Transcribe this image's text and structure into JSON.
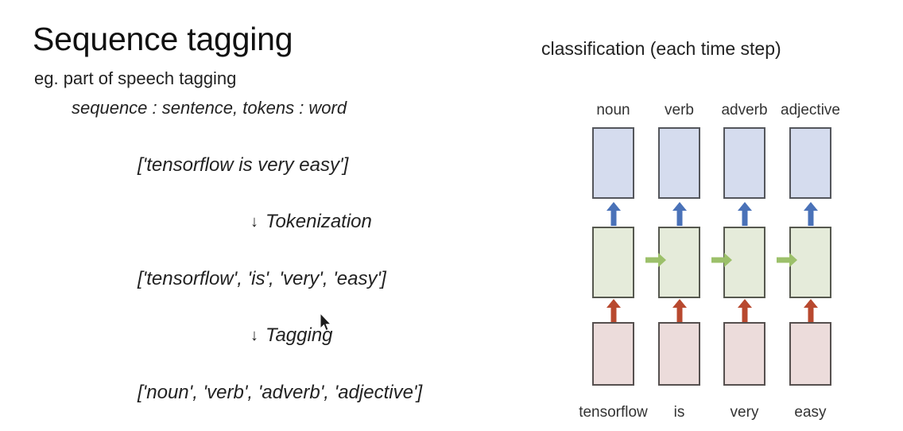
{
  "slide": {
    "title": "Sequence tagging",
    "subtitle": "eg. part of speech tagging",
    "definition": "sequence : sentence, tokens : word"
  },
  "pipeline": {
    "arrow_glyph": "↓",
    "steps": [
      {
        "kind": "list",
        "text": "['tensorflow is very easy']"
      },
      {
        "kind": "step",
        "text": "Tokenization"
      },
      {
        "kind": "list",
        "text": "['tensorflow', 'is', 'very', 'easy']"
      },
      {
        "kind": "step",
        "text": "Tagging"
      },
      {
        "kind": "list",
        "text": "['noun', 'verb', 'adverb', 'adjective']"
      }
    ]
  },
  "diagram": {
    "heading": "classification (each time step)",
    "columns": [
      {
        "tag": "noun",
        "word": "tensorflow"
      },
      {
        "tag": "verb",
        "word": "is"
      },
      {
        "tag": "adverb",
        "word": "very"
      },
      {
        "tag": "adjective",
        "word": "easy"
      }
    ],
    "colors": {
      "output_fill": "#d5dcee",
      "hidden_fill": "#e5ebda",
      "input_fill": "#ecdcdb",
      "box_stroke": "#585858",
      "arrow_up_output": "#4a72b8",
      "arrow_up_input": "#b8492f",
      "arrow_recurrent": "#9cc06a"
    }
  },
  "cursor": {
    "icon": "mouse-pointer"
  }
}
